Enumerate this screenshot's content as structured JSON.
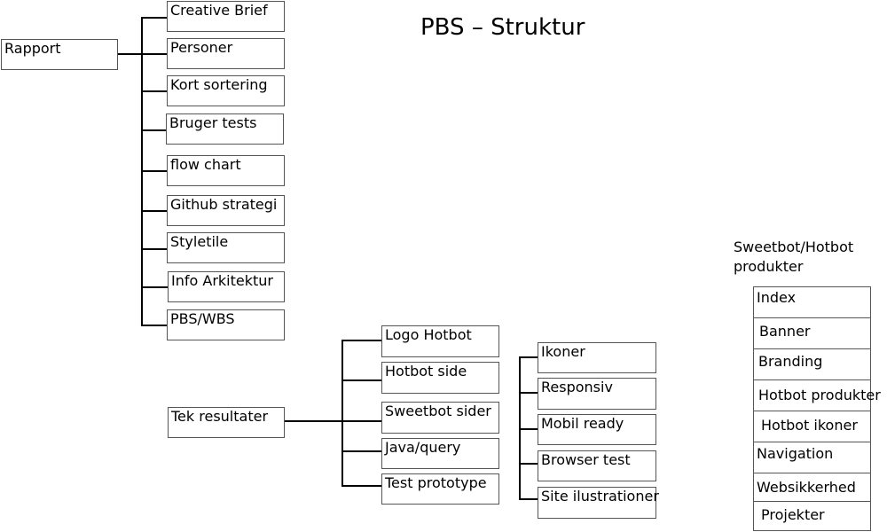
{
  "title": "PBS – Struktur",
  "rapport": {
    "label": "Rapport",
    "children": [
      "Creative Brief",
      "Personer",
      "Kort sortering",
      "Bruger tests",
      "flow chart",
      "Github strategi",
      "Styletile",
      "Info Arkitektur",
      "PBS/WBS"
    ]
  },
  "tek": {
    "label": "Tek resultater",
    "groupA": [
      "Logo Hotbot",
      "Hotbot side",
      "Sweetbot sider",
      "Java/query",
      "Test prototype"
    ],
    "groupB": [
      "Ikoner",
      "Responsiv",
      "Mobil ready",
      "Browser test",
      "Site ilustrationer"
    ]
  },
  "sweetbot": {
    "label_line1": "Sweetbot/Hotbot",
    "label_line2": "produkter",
    "items": [
      "Index",
      "Banner",
      "Branding",
      "Hotbot produkter",
      "Hotbot ikoner",
      "Navigation",
      "Websikkerhed",
      "Projekter"
    ]
  }
}
